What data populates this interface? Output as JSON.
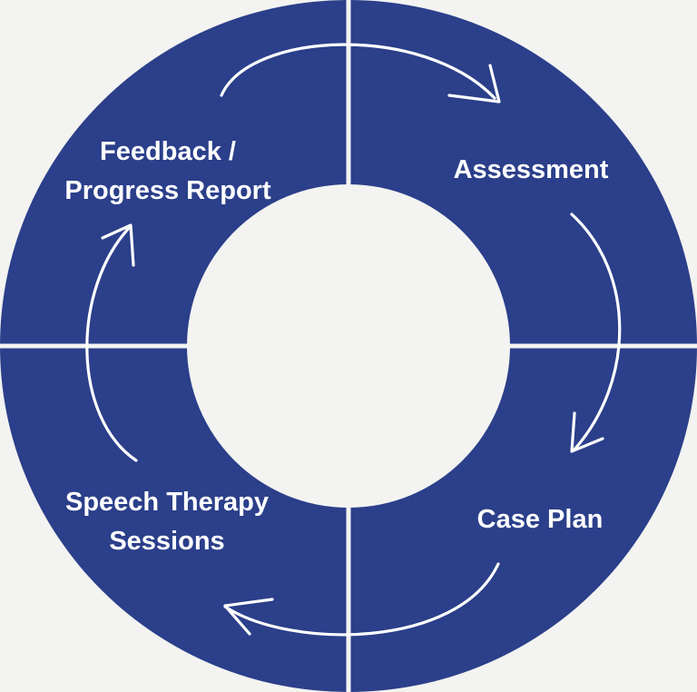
{
  "colors": {
    "background": "#f3f3f1",
    "segment_fill": "#2b3f8a",
    "divider": "#f3f3f1",
    "text": "#ffffff"
  },
  "stages": {
    "feedback": {
      "line1": "Feedback /",
      "line2": "Progress Report"
    },
    "assessment": {
      "line1": "Assessment"
    },
    "case_plan": {
      "line1": "Case Plan"
    },
    "speech_therapy": {
      "line1": "Speech Therapy",
      "line2": "Sessions"
    }
  },
  "arrow_icons": [
    "curved-arrow-icon",
    "curved-arrow-icon",
    "curved-arrow-icon",
    "curved-arrow-icon"
  ]
}
